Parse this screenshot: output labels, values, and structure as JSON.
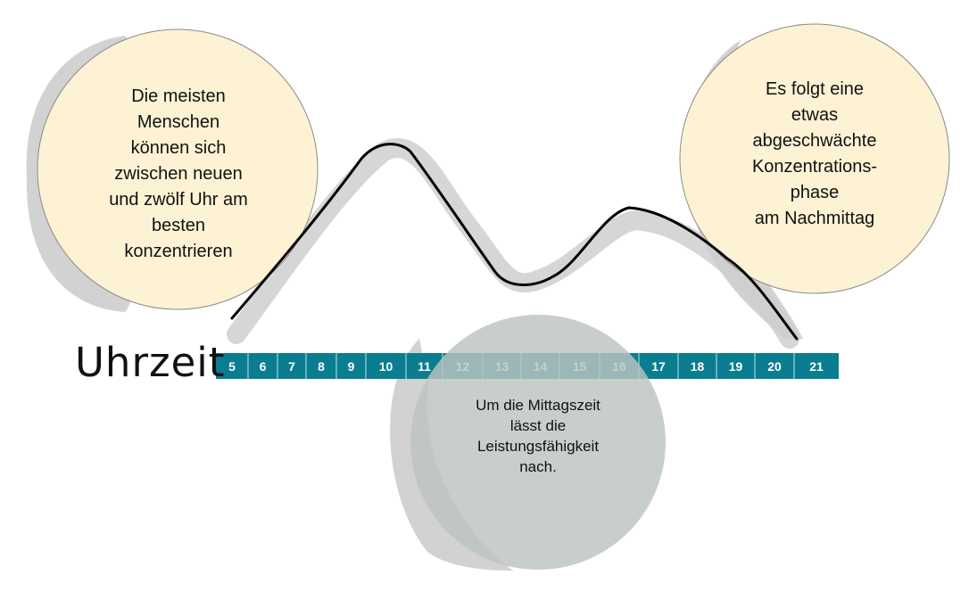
{
  "axis_title": "Uhrzeit",
  "hours": [
    "5",
    "6",
    "7",
    "8",
    "9",
    "10",
    "11",
    "12",
    "13",
    "14",
    "15",
    "16",
    "17",
    "18",
    "19",
    "20",
    "21"
  ],
  "bubbles": {
    "morning": "Die meisten\nMenschen\nkönnen sich\nzwischen neuen\nund zwölf Uhr am\nbesten\nkonzentrieren",
    "midday": "Um die Mittagszeit\nlässt die\nLeistungsfähigkeit\nnach.",
    "afternoon": "Es folgt eine\netwas\nabgeschwächte\nKonzentrations-\nphase\n am Nachmittag"
  },
  "colors": {
    "bar": "#0a7d91",
    "bar_divider": "#bfe3ea",
    "warm_bubble": "#fdf2d4",
    "gray_bubble": "#bcc5bf",
    "shadow": "#cdcdcd",
    "curve": "#000000"
  }
}
